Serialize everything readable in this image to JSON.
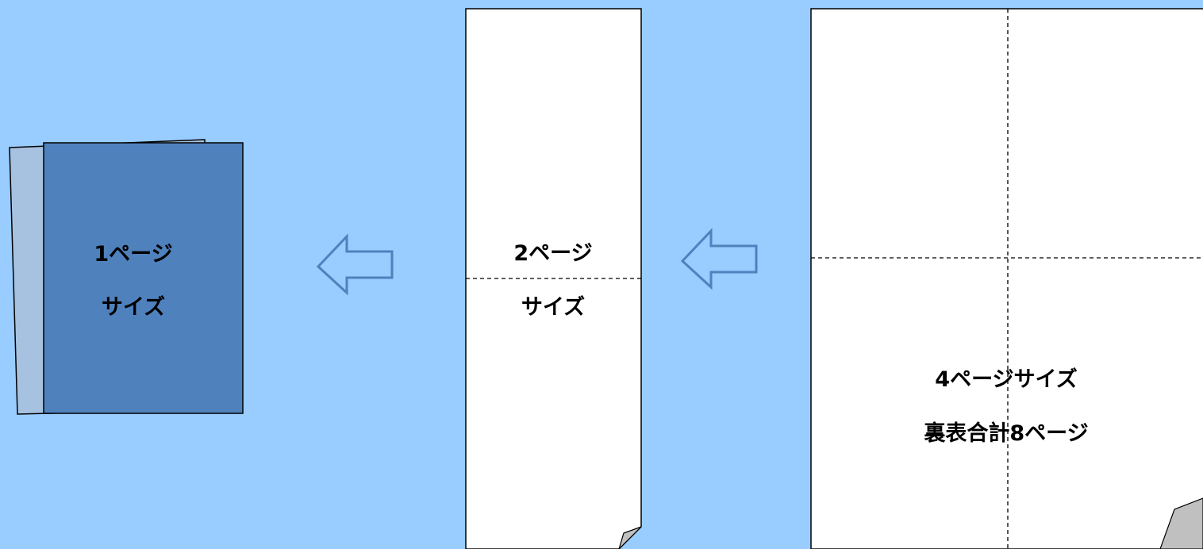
{
  "colors": {
    "background": "#99ccff",
    "book_cover": "#4f81bd",
    "book_back": "#a6c2e0",
    "arrow": "#4f81bd",
    "sheet_fill": "#ffffff",
    "outline": "#000000",
    "page_curl": "#c0c0c0"
  },
  "stage1": {
    "line1": "1ページ",
    "line2": "サイズ"
  },
  "stage2": {
    "line1": "2ページ",
    "line2": "サイズ"
  },
  "stage3": {
    "line1": "4ページサイズ",
    "line2": "裏表合計8ページ"
  },
  "arrows": [
    {
      "name": "arrow-left-1",
      "direction": "left"
    },
    {
      "name": "arrow-left-2",
      "direction": "left"
    }
  ]
}
